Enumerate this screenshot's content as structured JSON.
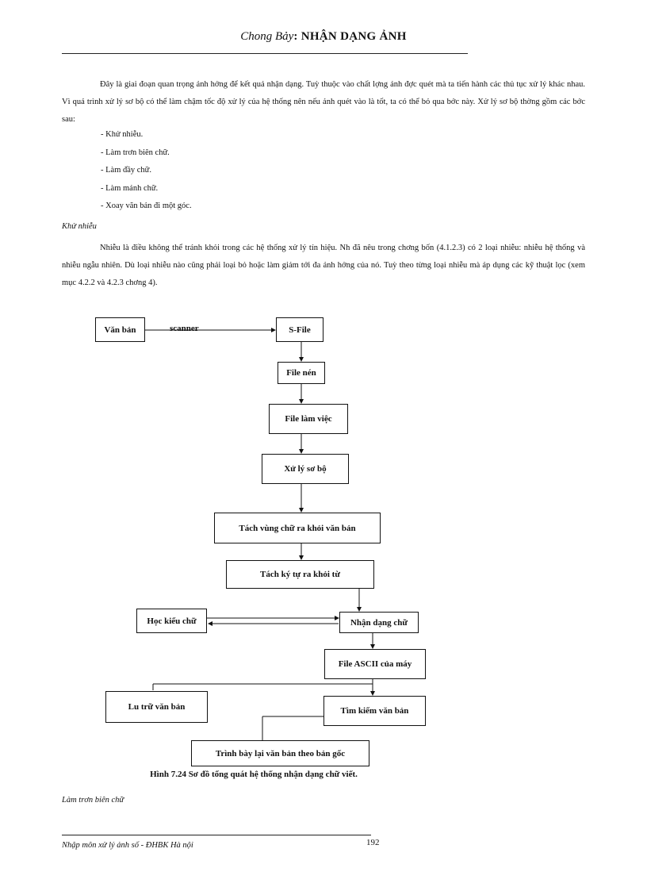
{
  "header": {
    "chapter_label": "Chong   Bảy",
    "chapter_title": "NHẬN DẠNG ẢNH"
  },
  "intro": {
    "paragraph": "Đây là giai đoạn quan trọng ảnh hởng    để kết quả nhận dạng. Tuỳ thuộc vào chất lợng    ảnh đợc   quét mà ta tiến hành các thủ tục xử lý khác nhau. Vì quá trình xử lý sơ bộ có thể làm chậm tốc độ xử lý của hệ thống nên nếu ảnh quét vào là tốt, ta có thể bỏ qua bớc    này. Xử lý sơ bộ thờng    gồm các bớc   sau:"
  },
  "steps": [
    "- Khử nhiễu.",
    "- Làm trơn biên chữ.",
    "- Làm đầy chữ.",
    "- Làm mảnh chữ.",
    "- Xoay văn bản đi một góc."
  ],
  "section1": {
    "heading": "Khử nhiễu",
    "paragraph": "Nhiễu là điều không thể tránh khỏi trong các hệ thống xử lý tín hiệu. Nh    đã nêu trong chơng    bốn (4.1.2.3) có 2 loại nhiễu: nhiễu hệ thống và nhiễu ngẫu nhiên. Dù loại nhiễu nào   cũng  phải  loại bỏ hoặc làm giảm tới đa ảnh hởng của nó.  Tuỳ theo từng loại nhiễu mà áp dụng các kỹ thuật lọc (xem mục 4.2.2 và 4.2.3 chơng    4)."
  },
  "diagram": {
    "scanner_label": "scanner",
    "boxes": {
      "van_ban": "Văn bản",
      "s_file": "S-File",
      "file_nen": "File nén",
      "file_lam_viec": "File làm việc",
      "xu_ly_so_bo": "Xử lý sơ bộ",
      "tach_vung_chu": "Tách vùng chữ ra khỏi văn bản",
      "tach_ky_tu": "Tách ký tự ra khỏi từ",
      "hoc_kieu_chu": "Học kiểu chữ",
      "nhan_dang_chu": "Nhận dạng chữ",
      "file_ascii": "File ASCII  của máy",
      "luu_tru": "Lu   trữ văn bản",
      "tim_kiem": "Tìm kiếm văn bản",
      "trinh_bay": "Trình bày lại văn bản theo bản gốc"
    },
    "caption": "Hình 7.24 Sơ đồ tổng quát hệ thống nhận dạng chữ viết."
  },
  "section2": {
    "heading": "Làm trơn biên chữ"
  },
  "footer": {
    "text": "Nhập môn xử lý ảnh số - ĐHBK Hà nội",
    "page_number": "192"
  }
}
